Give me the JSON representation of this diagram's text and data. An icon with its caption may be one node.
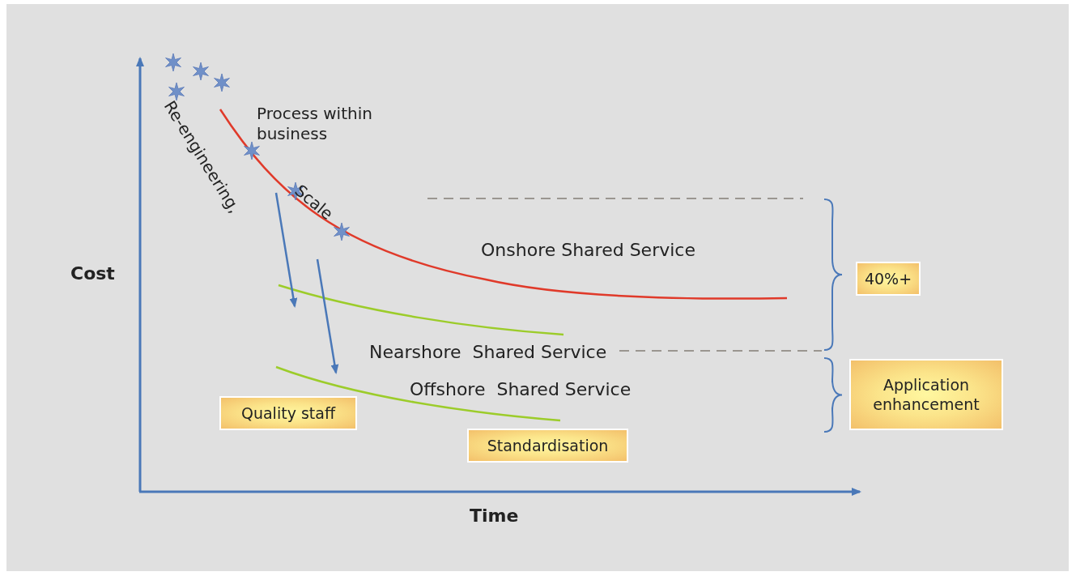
{
  "diagram": {
    "nodes": [
      {
        "text": [
          "40%+"
        ]
      },
      {
        "text": [
          "Application enhancement"
        ]
      },
      {
        "text": [
          "Quality staff"
        ]
      },
      {
        "text": [
          "Standardisation"
        ]
      }
    ],
    "labels": [
      "Process within business",
      "Re-engineering,",
      "Scale",
      "Onshore Shared Service",
      "Cost",
      "Nearshore  Shared Service",
      "Offshore  Shared Service",
      "Time"
    ]
  }
}
